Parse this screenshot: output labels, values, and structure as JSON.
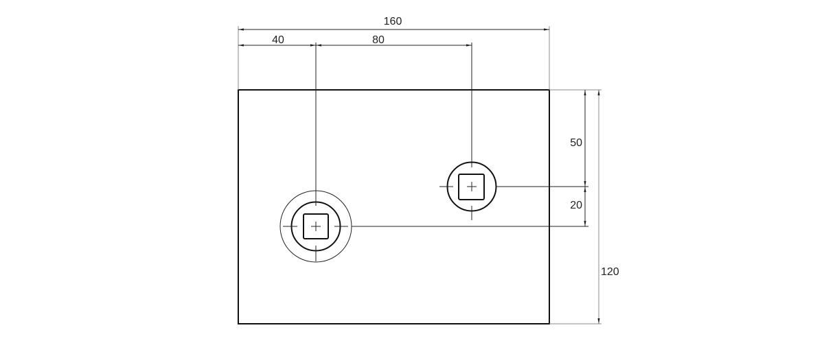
{
  "drawing": {
    "dimensions": {
      "overall_width": "160",
      "hole1_x": "40",
      "hole_spacing_x": "80",
      "hole2_from_top": "50",
      "hole_offset_y": "20",
      "overall_height": "120"
    }
  }
}
